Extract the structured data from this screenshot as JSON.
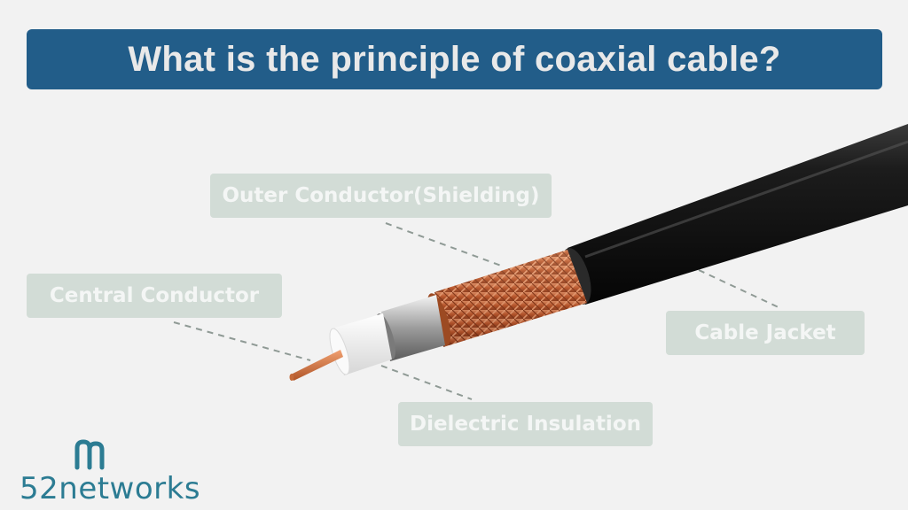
{
  "title": "What is the principle of coaxial cable?",
  "labels": {
    "outer_conductor": "Outer Conductor(Shielding)",
    "central_conductor": "Central Conductor",
    "cable_jacket": "Cable Jacket",
    "dielectric_insulation": "Dielectric Insulation"
  },
  "logo": {
    "text": "52networks"
  },
  "colors": {
    "title_bar": "#225d89",
    "label_bg": "#d2dcd6",
    "copper": "#c0643a",
    "jacket": "#151515",
    "logo": "#2c7c93"
  }
}
